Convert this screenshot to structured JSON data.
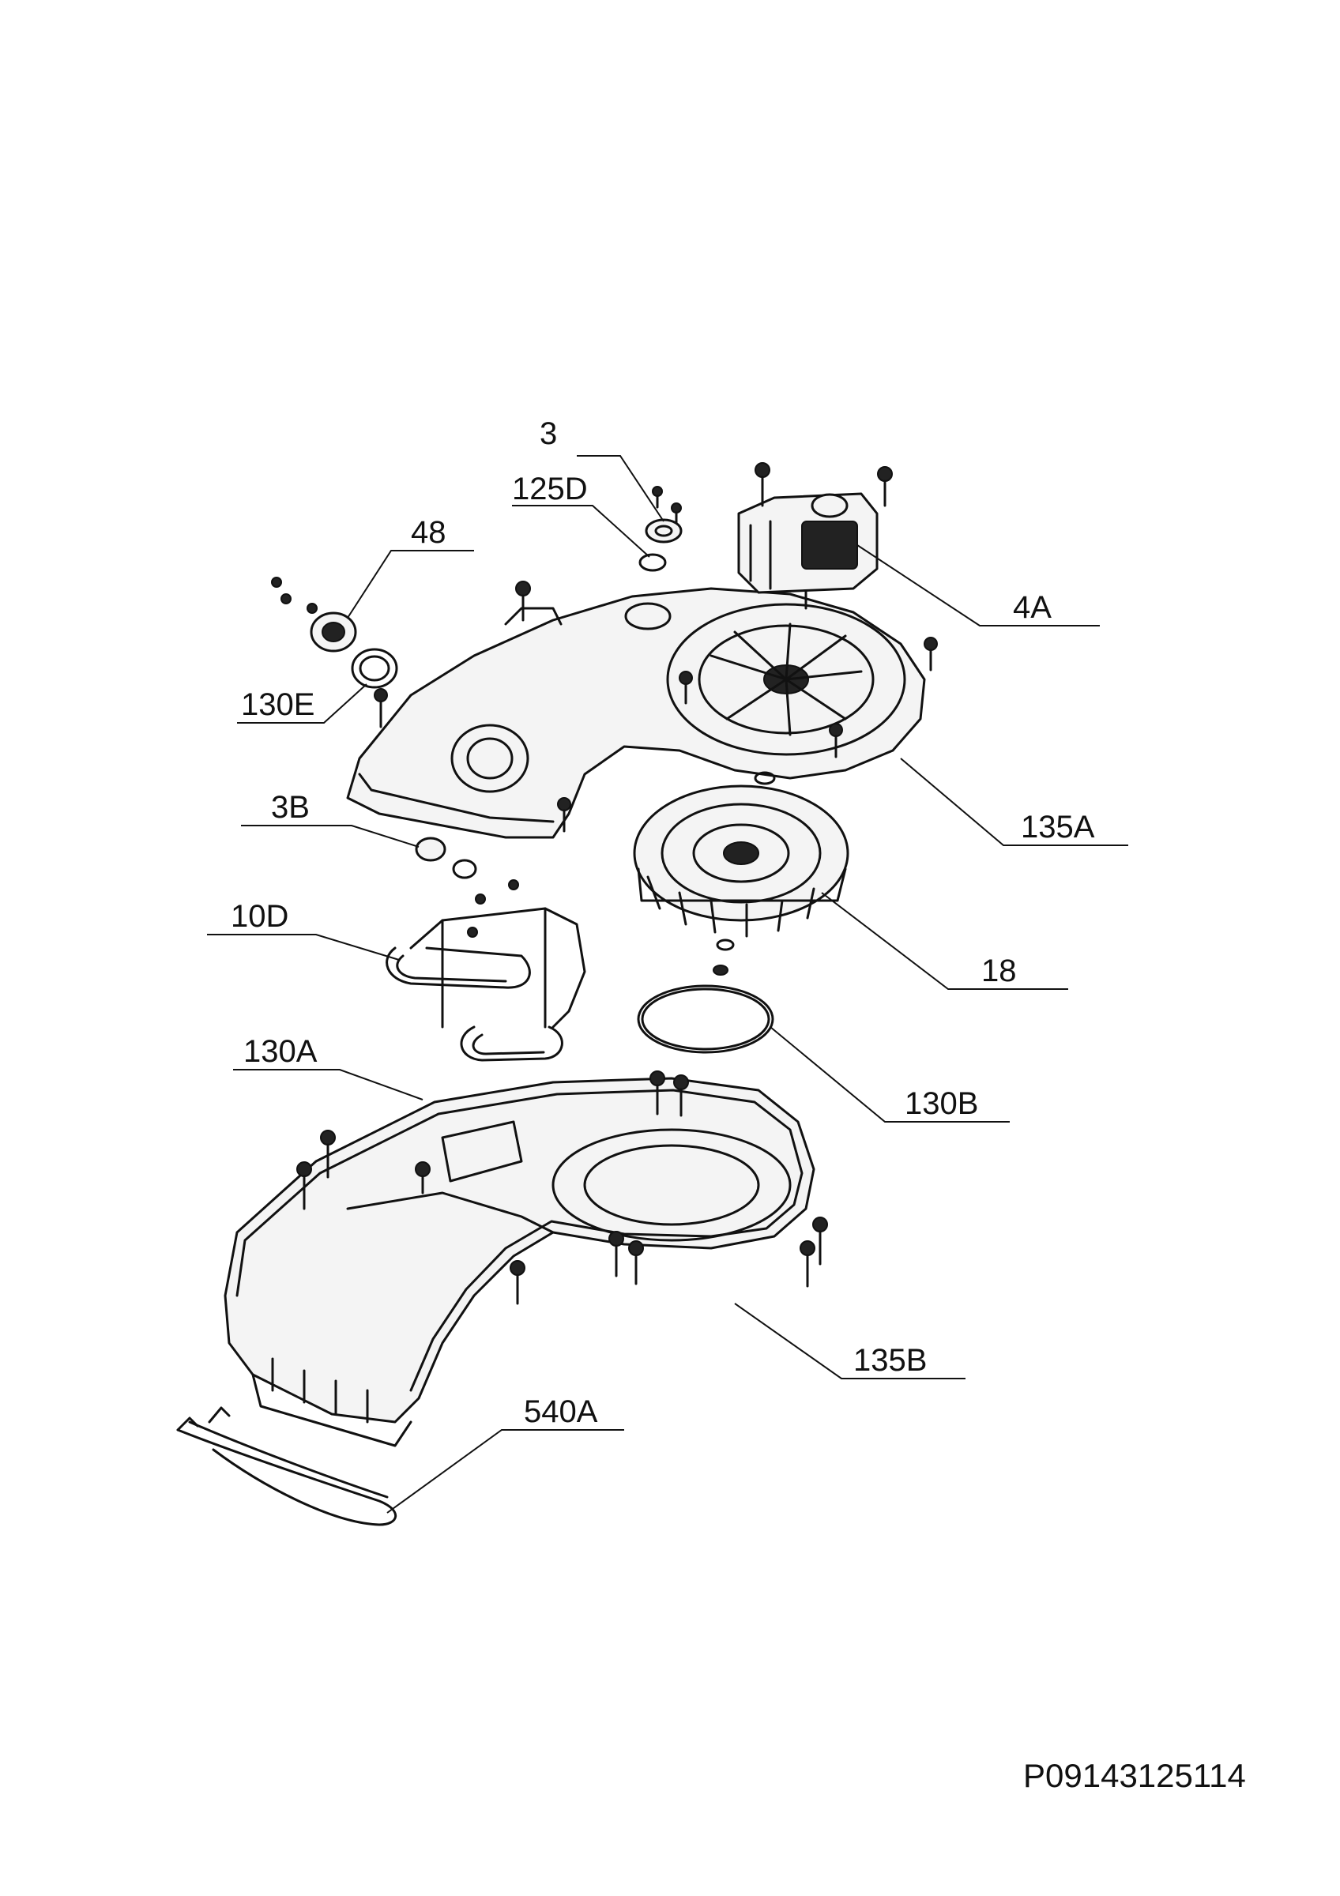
{
  "labels": {
    "l3": "3",
    "l125D": "125D",
    "l48": "48",
    "l4A": "4A",
    "l130E": "130E",
    "l135A": "135A",
    "l3B": "3B",
    "l10D": "10D",
    "l18": "18",
    "l130B": "130B",
    "l130A": "130A",
    "l135B": "135B",
    "l540A": "540A"
  },
  "drawing_code": "P09143125114"
}
